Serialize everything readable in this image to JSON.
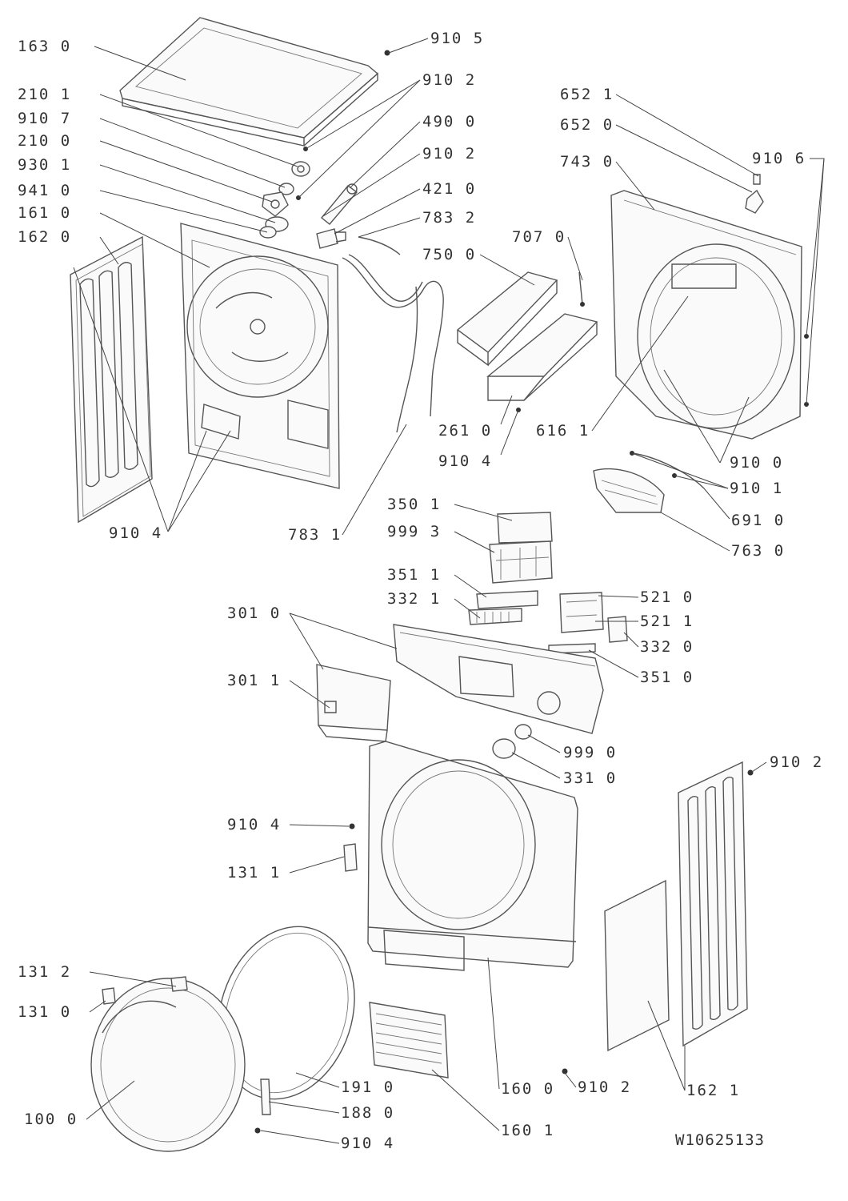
{
  "document_number": "W10625133",
  "labels": {
    "l1630": "163 0",
    "l9105": "910 5",
    "l2101": "210 1",
    "l9102a": "910 2",
    "l9107": "910 7",
    "l4900": "490 0",
    "l2100": "210 0",
    "l9102b": "910 2",
    "l9301": "930 1",
    "l4210": "421 0",
    "l9410": "941 0",
    "l7832": "783 2",
    "l1610": "161 0",
    "l7500": "750 0",
    "l7070": "707 0",
    "l1620": "162 0",
    "l6521": "652 1",
    "l6520": "652 0",
    "l7430": "743 0",
    "l9106": "910 6",
    "l2610": "261 0",
    "l6161": "616 1",
    "l9104a": "910 4",
    "l9100": "910 0",
    "l9101": "910 1",
    "l6910": "691 0",
    "l7630": "763 0",
    "l9104b": "910 4",
    "l7831": "783 1",
    "l3501": "350 1",
    "l9993": "999 3",
    "l3511": "351 1",
    "l3321": "332 1",
    "l5210": "521 0",
    "l5211": "521 1",
    "l3320": "332 0",
    "l3010": "301 0",
    "l3510": "351 0",
    "l3011": "301 1",
    "l9990": "999 0",
    "l3310": "331 0",
    "l9102c": "910 2",
    "l9104c": "910 4",
    "l1311": "131 1",
    "l1312": "131 2",
    "l1310": "131 0",
    "l1910": "191 0",
    "l1600": "160 0",
    "l9102d": "910 2",
    "l1621": "162 1",
    "l1880": "188 0",
    "l1000": "100 0",
    "l1601": "160 1",
    "l9104d": "910 4"
  }
}
